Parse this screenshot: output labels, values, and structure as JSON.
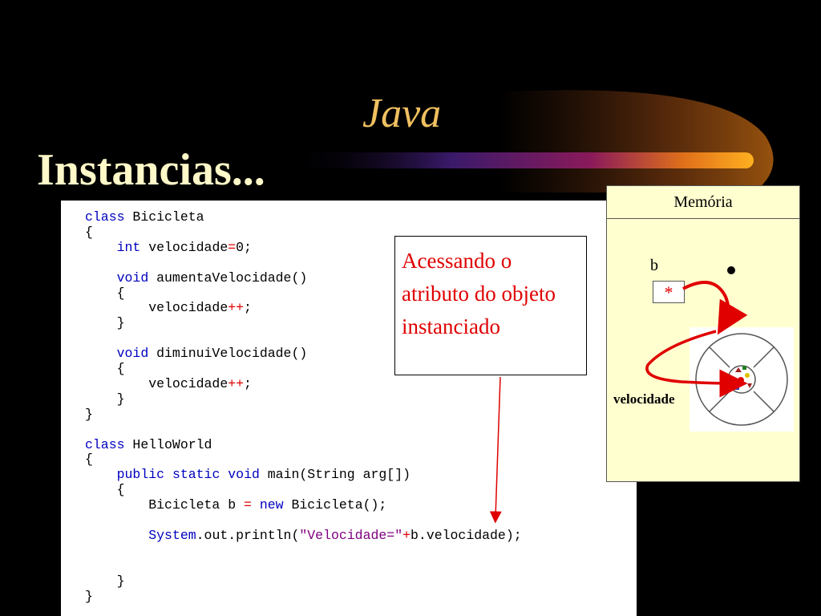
{
  "slide": {
    "title_top": "Java",
    "title_main": "Instancias..."
  },
  "code": {
    "lines": [
      [
        {
          "t": "class",
          "c": "kw"
        },
        {
          "t": " Bicicleta"
        }
      ],
      [
        {
          "t": "{"
        }
      ],
      [
        {
          "t": "    "
        },
        {
          "t": "int",
          "c": "kw"
        },
        {
          "t": " velocidade"
        },
        {
          "t": "=",
          "c": "op"
        },
        {
          "t": "0;"
        }
      ],
      [
        {
          "t": ""
        }
      ],
      [
        {
          "t": "    "
        },
        {
          "t": "void",
          "c": "kw"
        },
        {
          "t": " aumentaVelocidade()"
        }
      ],
      [
        {
          "t": "    {"
        }
      ],
      [
        {
          "t": "        velocidade"
        },
        {
          "t": "++",
          "c": "op"
        },
        {
          "t": ";"
        }
      ],
      [
        {
          "t": "    }"
        }
      ],
      [
        {
          "t": ""
        }
      ],
      [
        {
          "t": "    "
        },
        {
          "t": "void",
          "c": "kw"
        },
        {
          "t": " diminuiVelocidade()"
        }
      ],
      [
        {
          "t": "    {"
        }
      ],
      [
        {
          "t": "        velocidade"
        },
        {
          "t": "++",
          "c": "op"
        },
        {
          "t": ";"
        }
      ],
      [
        {
          "t": "    }"
        }
      ],
      [
        {
          "t": "}"
        }
      ],
      [
        {
          "t": ""
        }
      ],
      [
        {
          "t": "class",
          "c": "kw"
        },
        {
          "t": " HelloWorld"
        }
      ],
      [
        {
          "t": "{"
        }
      ],
      [
        {
          "t": "    "
        },
        {
          "t": "public",
          "c": "kw"
        },
        {
          "t": " "
        },
        {
          "t": "static",
          "c": "kw"
        },
        {
          "t": " "
        },
        {
          "t": "void",
          "c": "kw"
        },
        {
          "t": " main(String arg[])"
        }
      ],
      [
        {
          "t": "    {"
        }
      ],
      [
        {
          "t": "        Bicicleta b "
        },
        {
          "t": "=",
          "c": "op"
        },
        {
          "t": " "
        },
        {
          "t": "new",
          "c": "kw"
        },
        {
          "t": " Bicicleta();"
        }
      ],
      [
        {
          "t": ""
        }
      ],
      [
        {
          "t": "        "
        },
        {
          "t": "System",
          "c": "kw"
        },
        {
          "t": ".out.println("
        },
        {
          "t": "\"Velocidade=\"",
          "c": "str"
        },
        {
          "t": "+",
          "c": "op"
        },
        {
          "t": "b.velocidade);"
        }
      ],
      [
        {
          "t": ""
        }
      ],
      [
        {
          "t": ""
        }
      ],
      [
        {
          "t": "    }"
        }
      ],
      [
        {
          "t": "}"
        }
      ]
    ]
  },
  "callout": {
    "text": "Acessando o atributo do objeto instanciado"
  },
  "memory": {
    "header": "Memória",
    "var_name": "b",
    "pointer_symbol": "*",
    "attribute_label": "velocidade"
  },
  "colors": {
    "background": "#000000",
    "title_java": "#f0c060",
    "title_main": "#fff8c8",
    "keyword": "#0000c0",
    "operator": "#e00000",
    "string": "#800080",
    "callout_text": "#e00000",
    "memory_bg": "#ffffd0",
    "arrow": "#e00000"
  }
}
